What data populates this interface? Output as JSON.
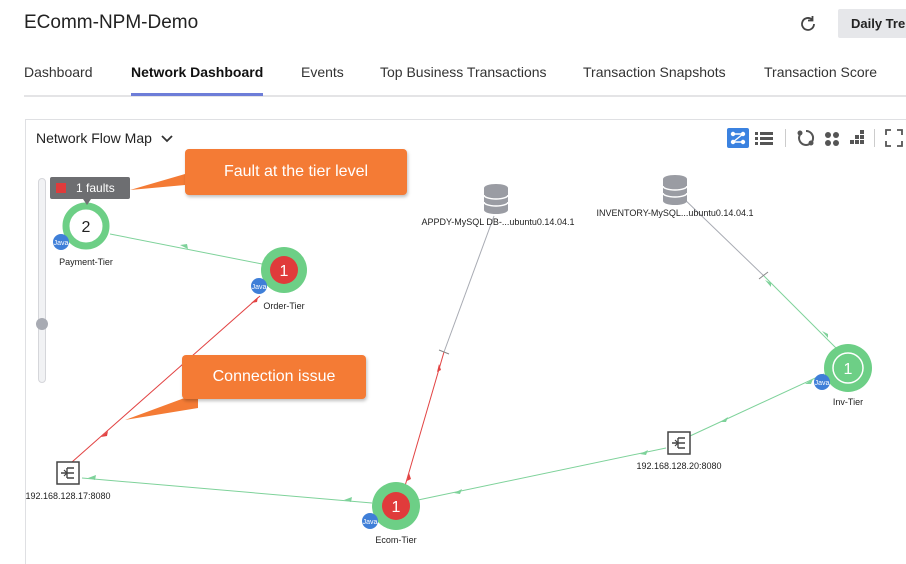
{
  "app": {
    "title": "EComm-NPM-Demo",
    "time_range_label": "Daily Tre"
  },
  "tabs": [
    {
      "label": "Dashboard",
      "active": false
    },
    {
      "label": "Network Dashboard",
      "active": true
    },
    {
      "label": "Events",
      "active": false
    },
    {
      "label": "Top Business Transactions",
      "active": false
    },
    {
      "label": "Transaction Snapshots",
      "active": false
    },
    {
      "label": "Transaction Score",
      "active": false
    }
  ],
  "panel": {
    "title": "Network Flow Map"
  },
  "toolbar_icons": [
    "flow-map-view-icon",
    "list-view-icon",
    "auto-layout-icon",
    "cluster-layout-icon",
    "grid-layout-icon",
    "fullscreen-icon"
  ],
  "fault_chip": {
    "label": "1 faults"
  },
  "callouts": {
    "tier_fault": "Fault at the tier level",
    "connection": "Connection issue"
  },
  "nodes": {
    "payment": {
      "label": "Payment-Tier",
      "count": "2",
      "badge": "Java"
    },
    "order": {
      "label": "Order-Tier",
      "count": "1",
      "badge": "Java"
    },
    "ecom": {
      "label": "Ecom-Tier",
      "count": "1",
      "badge": "Java"
    },
    "inv": {
      "label": "Inv-Tier",
      "count": "1",
      "badge": "Java"
    },
    "db1": {
      "label": "APPDY-MySQL DB-...ubuntu0.14.04.1"
    },
    "db2": {
      "label": "INVENTORY-MySQL...ubuntu0.14.04.1"
    },
    "lb1": {
      "label": "192.168.128.17:8080"
    },
    "lb2": {
      "label": "192.168.128.20:8080"
    }
  },
  "colors": {
    "healthy": "#6dcf86",
    "critical": "#e03b3b",
    "java_badge": "#3f7fd8",
    "callout": "#f47b35",
    "edge_ok": "#7ed29a",
    "edge_bad": "#e24343",
    "edge_neutral": "#a8abb3",
    "tab_active": "#6d7dd8"
  }
}
